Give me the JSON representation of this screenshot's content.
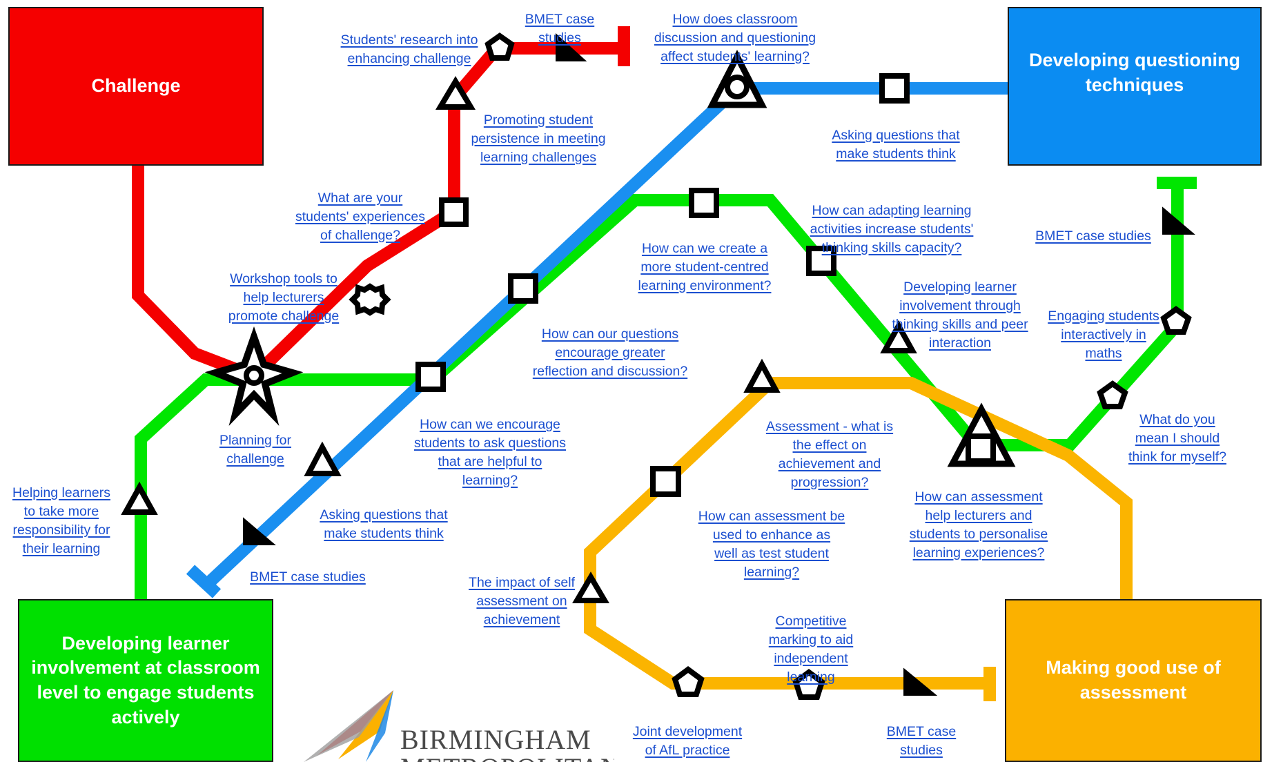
{
  "hubs": {
    "challenge": {
      "label": "Challenge",
      "color": "#f50000"
    },
    "questioning": {
      "label": "Developing questioning\ntechniques",
      "color": "#0b8cf2"
    },
    "involvement": {
      "label": "Developing learner\ninvolvement at classroom\nlevel to engage students\nactively",
      "color": "#00e000"
    },
    "assessment": {
      "label": "Making good use of\nassessment",
      "color": "#fbb100"
    }
  },
  "line_colors": {
    "red": "#f40000",
    "blue": "#1a8ff0",
    "green": "#00e600",
    "orange": "#fbb400"
  },
  "stations": {
    "students_research": "Students' research into\nenhancing challenge",
    "bmet_red": "BMET case\nstudies",
    "classroom_discussion": "How does classroom\ndiscussion and questioning\naffect students' learning?",
    "promoting_persistence": "Promoting student\npersistence in meeting\nlearning challenges",
    "asking_questions_blue": "Asking questions that\nmake students think",
    "experiences_of_challenge": "What are your\nstudents' experiences\nof challenge?",
    "adapting_activities": "How can adapting learning\nactivities increase students'\nthinking skills capacity?",
    "bmet_green_right": "BMET case studies",
    "student_centred": "How can we create a\nmore student-centred\nlearning environment?",
    "workshop_tools": "Workshop tools to\nhelp lecturers\npromote challenge",
    "thinking_skills_peer": "Developing learner\ninvolvement through\nthinking skills and peer\ninteraction",
    "engaging_maths": "Engaging students\ninteractively in\nmaths",
    "questions_reflection": "How can our questions\nencourage greater\nreflection and discussion?",
    "what_do_you_mean": "What do you\nmean I should\nthink for myself?",
    "planning_for_challenge": "Planning for\nchallenge",
    "encourage_ask_questions": "How can we encourage\nstudents to ask questions\nthat are helpful to\nlearning?",
    "assessment_effect": "Assessment - what is\nthe effect on\nachievement and\nprogression?",
    "personalise": "How can assessment\nhelp lecturers and\nstudents to personalise\nlearning experiences?",
    "helping_learners": "Helping learners\nto take more\nresponsibility for\ntheir learning",
    "asking_questions_blue2": "Asking questions that\nmake students think",
    "enhance_test": "How can assessment be\nused to enhance as\nwell as test student\nlearning?",
    "bmet_blue": "BMET case studies",
    "self_assessment": "The impact of self\nassessment on\nachievement",
    "competitive_marking": "Competitive\nmarking to aid\nindependent\nlearning",
    "joint_development": "Joint development\nof AfL practice",
    "bmet_orange": "BMET case\nstudies"
  },
  "logo": {
    "line1": "BIRMINGHAM",
    "line2": "METROPOLITAN"
  }
}
